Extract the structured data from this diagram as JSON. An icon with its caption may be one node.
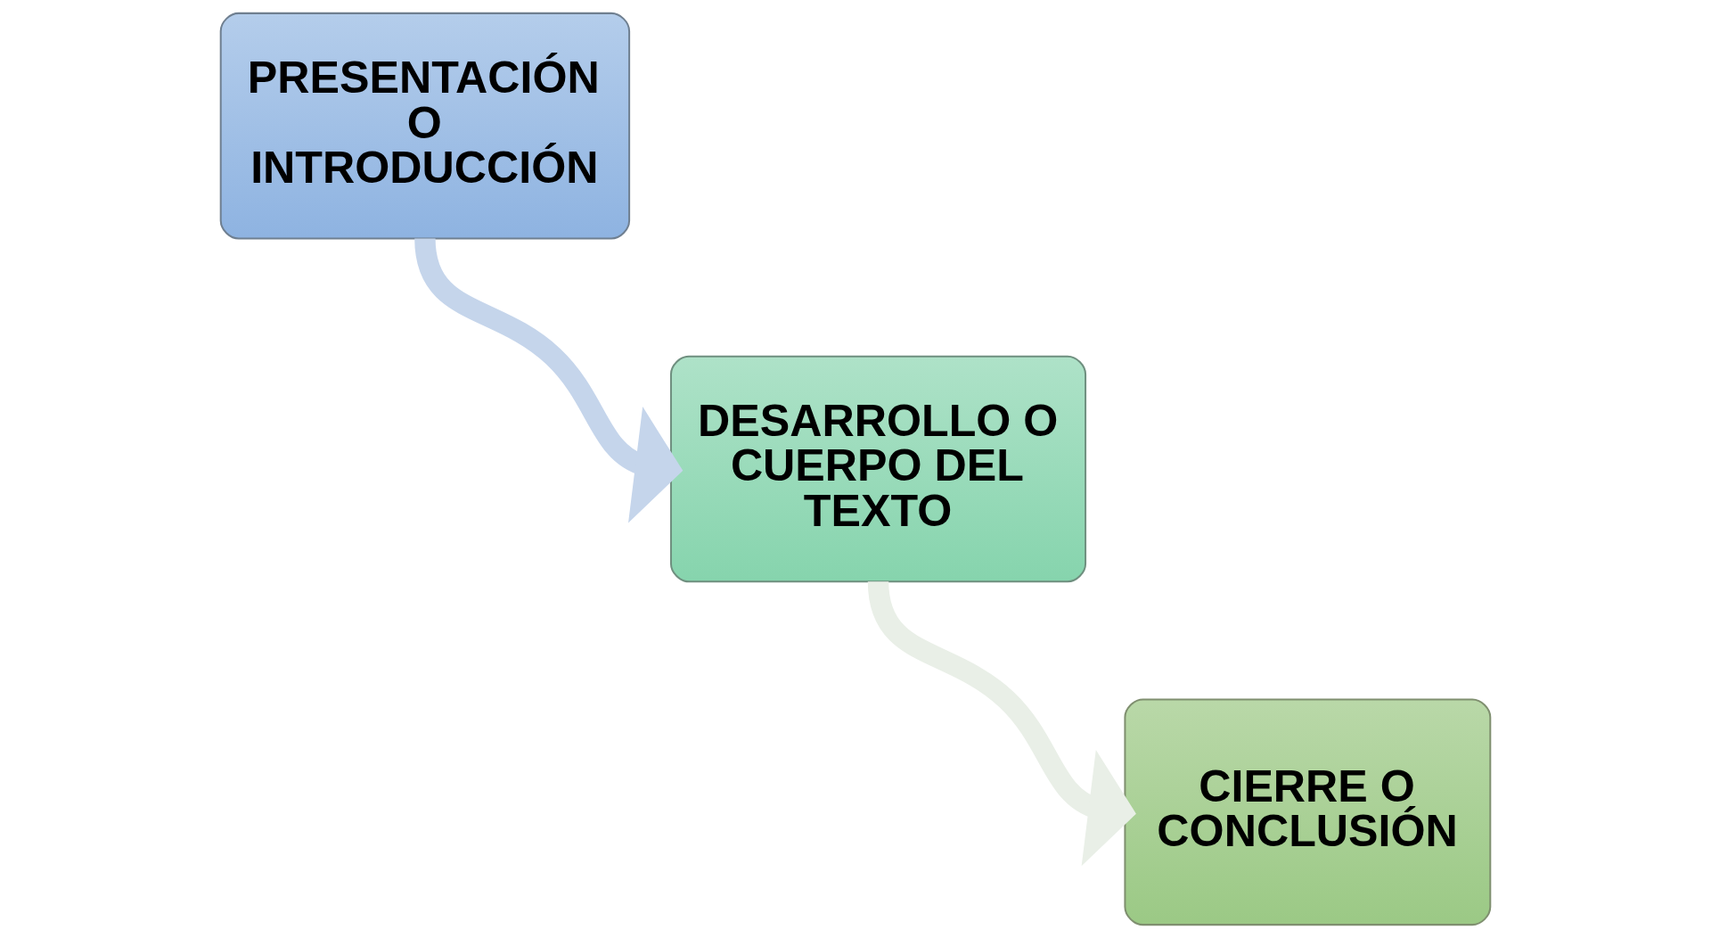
{
  "diagram": {
    "nodes": [
      {
        "text": [
          "PRESENTACIÓN O INTRODUCCIÓN"
        ]
      },
      {
        "text": [
          "DESARROLLO O CUERPO DEL TEXTO"
        ]
      },
      {
        "text": [
          "CIERRE O CONCLUSIÓN"
        ]
      }
    ],
    "edges": [
      {
        "from": 0,
        "to": 1,
        "arrow": "to",
        "color": "#c5d5eb"
      },
      {
        "from": 1,
        "to": 2,
        "arrow": "to",
        "color": "#e9efe7"
      }
    ]
  }
}
